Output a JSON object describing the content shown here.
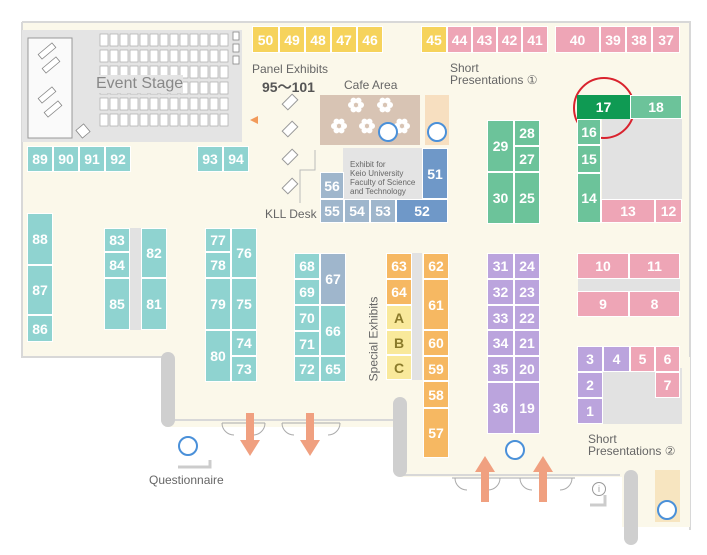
{
  "labels": {
    "event_stage": "Event Stage",
    "panel_exhibits": "Panel Exhibits",
    "panel_range": "95～101",
    "cafe_area": "Cafe Area",
    "short_pres_1": "Short",
    "short_pres_1b": "Presentations ①",
    "kll_desk": "KLL Desk",
    "keio_1": "Exhibit for",
    "keio_2": "Keio University",
    "keio_3": "Faculty of Science",
    "keio_4": "and Technology",
    "special_exhibits": "Special Exhibits",
    "short_pres_2": "Short",
    "short_pres_2b": "Presentations ②",
    "questionnaire": "Questionnaire"
  },
  "booths": {
    "b50": "50",
    "b49": "49",
    "b48": "48",
    "b47": "47",
    "b46": "46",
    "b45": "45",
    "b44": "44",
    "b43": "43",
    "b42": "42",
    "b41": "41",
    "b40": "40",
    "b39": "39",
    "b38": "38",
    "b37": "37",
    "b17": "17",
    "b18": "18",
    "b16": "16",
    "b15": "15",
    "b14": "14",
    "b13": "13",
    "b12": "12",
    "b89": "89",
    "b90": "90",
    "b91": "91",
    "b92": "92",
    "b93": "93",
    "b94": "94",
    "b56": "56",
    "b55": "55",
    "b54": "54",
    "b53": "53",
    "b52": "52",
    "b51": "51",
    "b28": "28",
    "b29": "29",
    "b27": "27",
    "b30": "30",
    "b25": "25",
    "b88": "88",
    "b87": "87",
    "b86": "86",
    "b83": "83",
    "b84": "84",
    "b85": "85",
    "b82": "82",
    "b81": "81",
    "b77": "77",
    "b78": "78",
    "b79": "79",
    "b80": "80",
    "b76": "76",
    "b75": "75",
    "b74": "74",
    "b73": "73",
    "b68": "68",
    "b69": "69",
    "b70": "70",
    "b71": "71",
    "b72": "72",
    "b67": "67",
    "b66": "66",
    "b65": "65",
    "b63": "63",
    "b64": "64",
    "bA": "A",
    "bB": "B",
    "bC": "C",
    "b62": "62",
    "b61": "61",
    "b60": "60",
    "b59": "59",
    "b58": "58",
    "b57": "57",
    "b31": "31",
    "b24": "24",
    "b32": "32",
    "b23": "23",
    "b33": "33",
    "b22": "22",
    "b34": "34",
    "b21": "21",
    "b35": "35",
    "b20": "20",
    "b36": "36",
    "b19": "19",
    "b10": "10",
    "b11": "11",
    "b9": "9",
    "b8": "8",
    "b3": "3",
    "b4": "4",
    "b5": "5",
    "b6": "6",
    "b2": "2",
    "b7": "7",
    "b1": "1"
  },
  "colors": {
    "teal": "#8fd3d0",
    "yellow": "#f6d35c",
    "pink": "#eea5b6",
    "green": "#6cc39a",
    "highlight": "#0f9a53",
    "purple": "#bba4dd",
    "orange": "#f6b862",
    "blue": "#6f98c8",
    "highlight_ring": "#d9232e",
    "entrance_arrow": "#f0a080"
  }
}
